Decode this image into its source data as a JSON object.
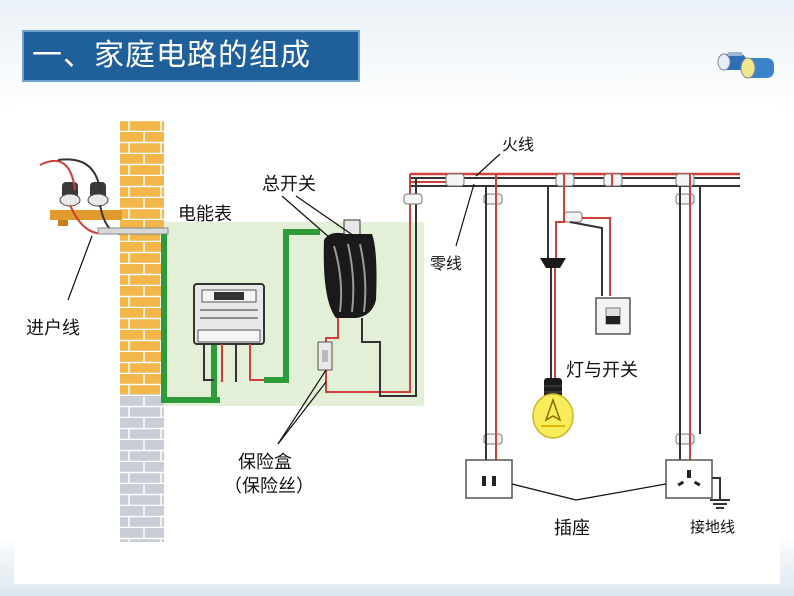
{
  "title": "一、家庭电路的组成",
  "labels": {
    "live_wire": "火线",
    "neutral_wire": "零线",
    "main_switch": "总开关",
    "meter": "电能表",
    "service_line": "进户线",
    "lamp_switch": "灯与开关",
    "fuse_box": "保险盒",
    "fuse_wire": "（保险丝）",
    "socket": "插座",
    "ground_wire": "接地线"
  },
  "colors": {
    "title_bg": "#1f5f9a",
    "brick": "#f2b64a",
    "wall_gray": "#c9ced6",
    "panel_bg": "#e3efd7",
    "green_wire": "#2d9b3a",
    "red_wire": "#d0403a"
  },
  "icons": [
    "binoculars-icon",
    "light-bulb-icon",
    "switch-icon",
    "socket-icon",
    "ground-symbol-icon"
  ]
}
